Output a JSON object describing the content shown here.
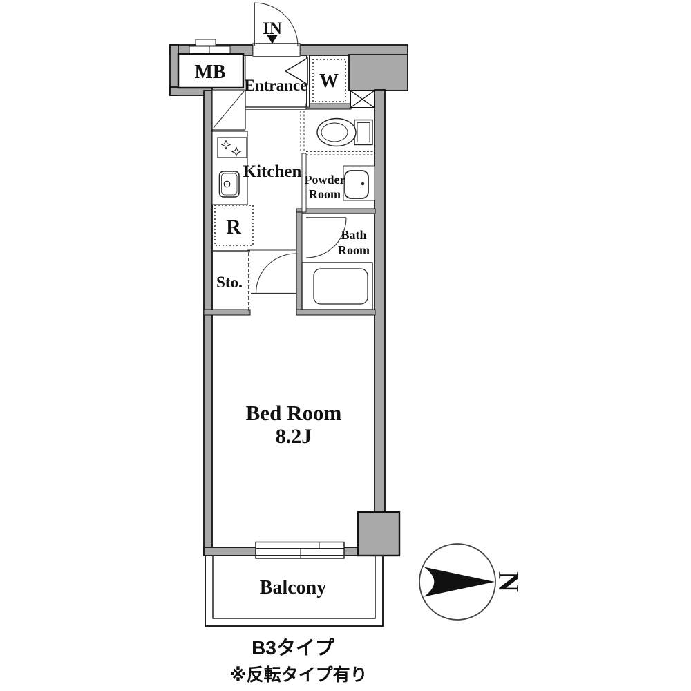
{
  "floorplan": {
    "title": "B3タイプ",
    "note": "※反転タイプ有り",
    "entry_direction": "IN",
    "compass_north": "N",
    "rooms": {
      "meter_box": "MB",
      "entrance": "Entrance",
      "washer": "W",
      "kitchen": "Kitchen",
      "refrigerator": "R",
      "powder_room": [
        "Powder",
        "Room"
      ],
      "bath_room": [
        "Bath",
        "Room"
      ],
      "storage": "Sto.",
      "bedroom_name": "Bed Room",
      "bedroom_size": "8.2J",
      "balcony": "Balcony"
    },
    "colors": {
      "wall_fill": "#a9a9a9",
      "line": "#1a1a1a",
      "background": "#ffffff"
    }
  }
}
